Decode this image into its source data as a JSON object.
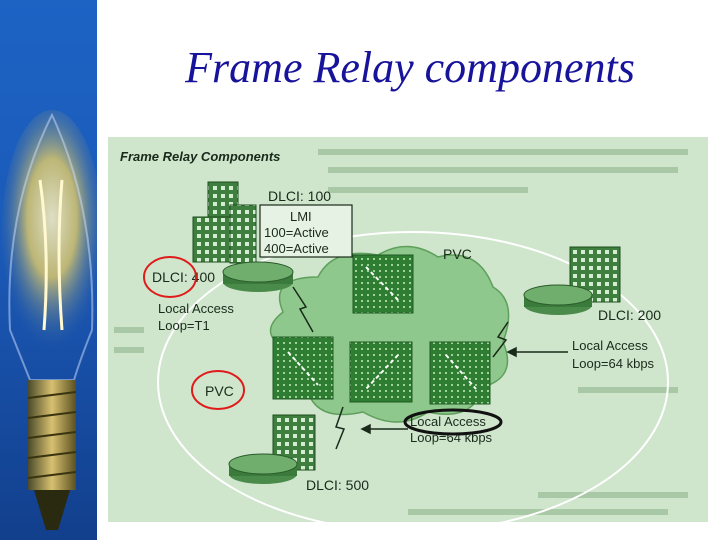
{
  "slide": {
    "title": "Frame Relay components"
  },
  "diagram": {
    "heading": "Frame Relay Components",
    "labels": {
      "dlci_100": "DLCI: 100",
      "lmi_title": "LMI",
      "lmi_line1": "100=Active",
      "lmi_line2": "400=Active",
      "pvc_top": "PVC",
      "dlci_400": "DLCI: 400",
      "local_access_left_1": "Local Access",
      "local_access_left_2": "Loop=T1",
      "dlci_200": "DLCI: 200",
      "local_access_right_1": "Local Access",
      "local_access_right_2": "Loop=64 kbps",
      "pvc_left": "PVC",
      "local_access_bottom_1": "Local Access",
      "local_access_bottom_2": "Loop=64 kbps",
      "dlci_500": "DLCI: 500"
    }
  },
  "colors": {
    "title": "#17139a",
    "photo_background": "#cfe6cd",
    "device_green": "#2e7a2e",
    "cloud": "#8fc88c",
    "highlight_circle": "#e01b1b",
    "highlight_oval": "#111111"
  }
}
